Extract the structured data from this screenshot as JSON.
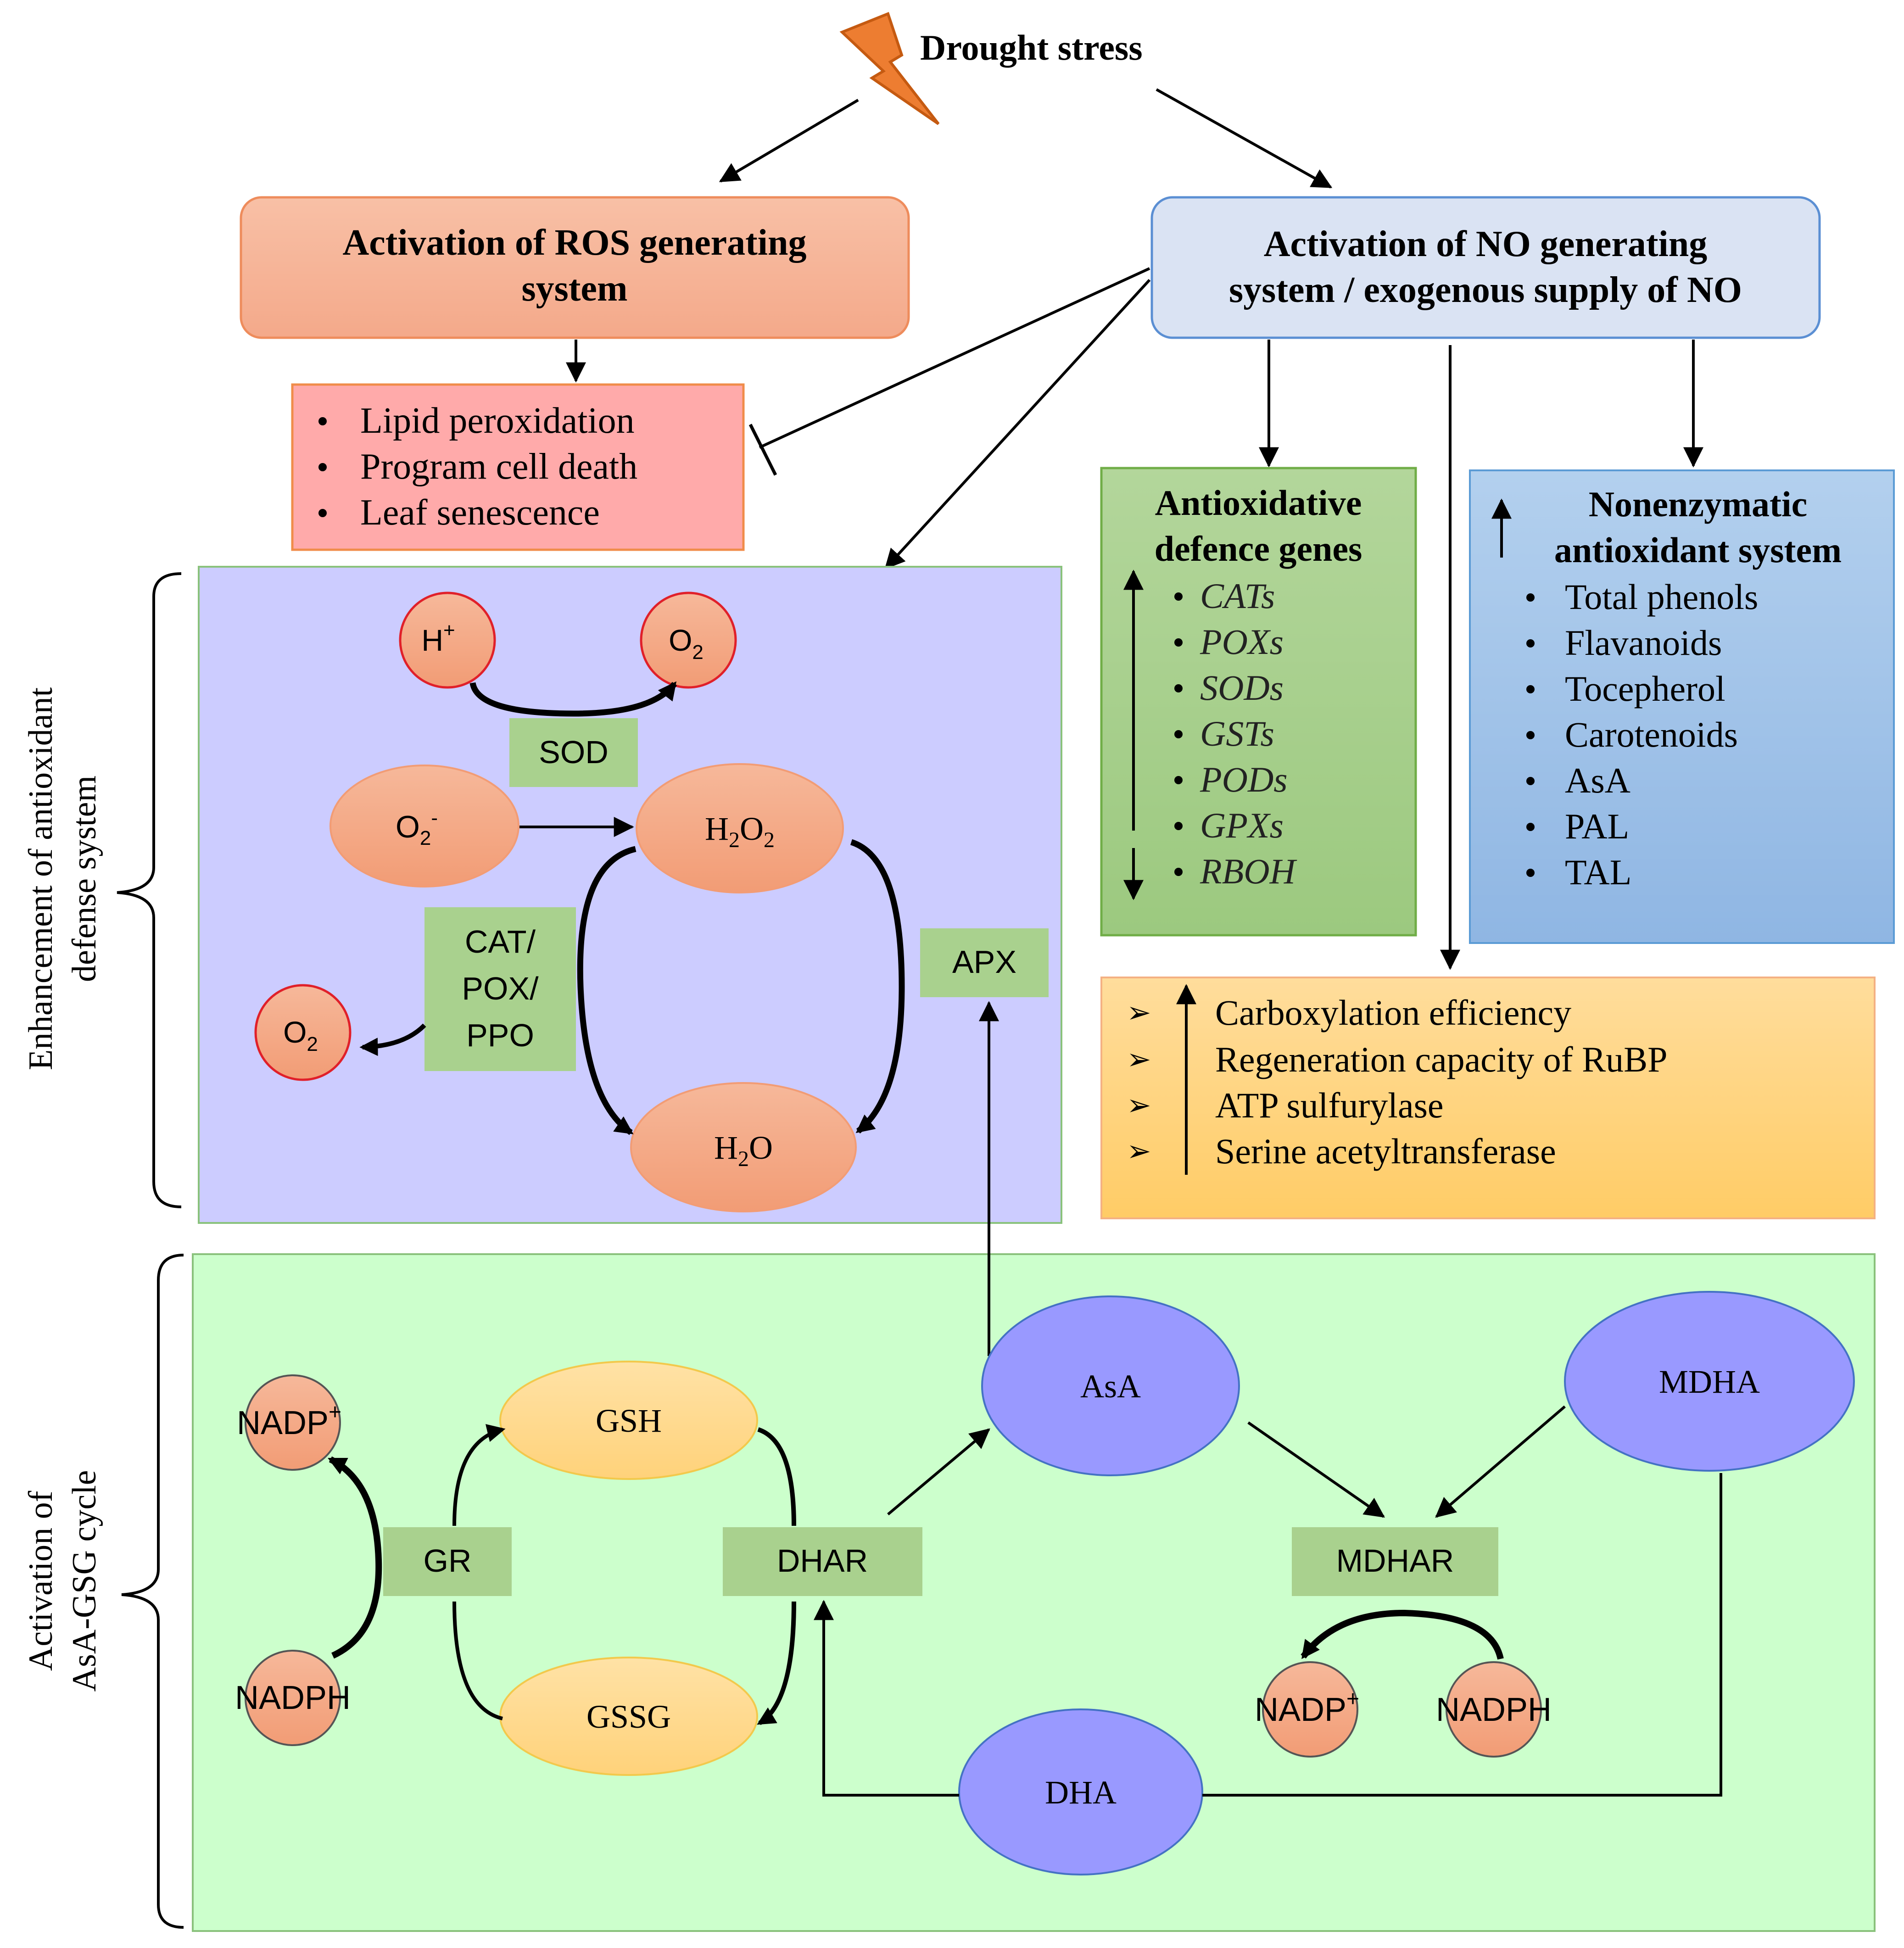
{
  "title": "Drought stress",
  "colors": {
    "ros_box": "#f4a98a",
    "ros_box_border": "#ee8c5c",
    "no_box": "#dae3f3",
    "no_box_border": "#5b8fd3",
    "damage_box": "#ffaaaa",
    "damage_border": "#f08c4a",
    "defense_panel": "#ccccff",
    "defense_border": "#8ac27c",
    "genes_box": "#a9d18e",
    "nonenz_box": "#9dc3e6",
    "orange_box": "#ffd47f",
    "cycle_panel": "#ccffcc",
    "enzyme_label": "#a9d18e",
    "node_orange": "#f4a582",
    "node_red_border": "#e0202a",
    "node_yellow": "#ffd98c",
    "node_purple": "#9999ff",
    "lightning": "#ed7d31"
  },
  "ros_box": {
    "line1": "Activation of ROS generating",
    "line2": "system"
  },
  "no_box": {
    "line1": "Activation of NO generating",
    "line2": "system / exogenous supply of NO"
  },
  "damage": {
    "items": [
      "Lipid peroxidation",
      "Program cell death",
      "Leaf senescence"
    ]
  },
  "genes": {
    "title1": "Antioxidative",
    "title2": "defence genes",
    "items": [
      "CATs",
      "POXs",
      "SODs",
      "GSTs",
      "PODs",
      "GPXs",
      "RBOH"
    ]
  },
  "nonenzymatic": {
    "title1": "Nonenzymatic",
    "title2": "antioxidant system",
    "items": [
      "Total phenols",
      "Flavanoids",
      "Tocepherol",
      "Carotenoids",
      "AsA",
      "PAL",
      "TAL"
    ]
  },
  "photosynthesis": {
    "items": [
      "Carboxylation efficiency",
      "Regeneration capacity of RuBP",
      "ATP sulfurylase",
      "Serine acetyltransferase"
    ]
  },
  "side_labels": {
    "defense_line1": "Enhancement of antioxidant",
    "defense_line2": "defense system",
    "cycle_line1": "Activation of",
    "cycle_line2": "AsA-GSG cycle"
  },
  "defense_nodes": {
    "h_plus": "H",
    "h_plus_sup": "+",
    "o2_top": "O",
    "o2_top_sub": "2",
    "superoxide": "O",
    "superoxide_sub": "2",
    "superoxide_sup": "-",
    "h2o2_a": "H",
    "h2o2_sub1": "2",
    "h2o2_b": "O",
    "h2o2_sub2": "2",
    "h2o_a": "H",
    "h2o_sub": "2",
    "h2o_b": "O",
    "o2_left": "O",
    "o2_left_sub": "2"
  },
  "enzymes": {
    "sod": "SOD",
    "cat1": "CAT/",
    "cat2": "POX/",
    "cat3": "PPO",
    "apx": "APX",
    "gr": "GR",
    "dhar": "DHAR",
    "mdhar": "MDHAR"
  },
  "cycle_nodes": {
    "nadp_left": "NADP",
    "nadp_left_sup": "+",
    "nadph_left": "NADPH",
    "gsh": "GSH",
    "gssg": "GSSG",
    "asa": "AsA",
    "mdha": "MDHA",
    "dha": "DHA",
    "nadp_right": "NADP",
    "nadp_right_sup": "+",
    "nadph_right": "NADPH"
  }
}
